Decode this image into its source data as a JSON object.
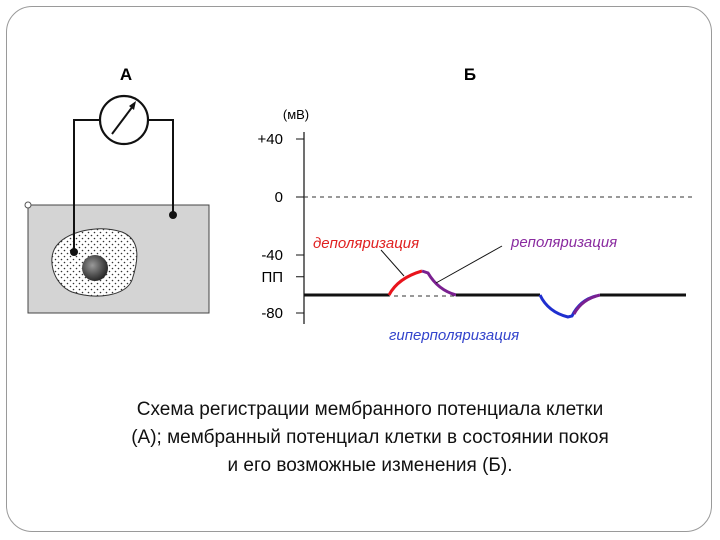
{
  "panel_a": {
    "label": "А"
  },
  "panel_b": {
    "label": "Б"
  },
  "axis": {
    "unit": "(мВ)",
    "ticks": [
      {
        "label": "+40",
        "value": 40
      },
      {
        "label": "0",
        "value": 0
      },
      {
        "label": "-40",
        "value": -40
      },
      {
        "label": "ПП",
        "value": -55
      },
      {
        "label": "-80",
        "value": -80
      }
    ]
  },
  "annotations": {
    "depolarization": "деполяризация",
    "repolarization": "реполяризация",
    "hyperpolarization": "гиперполяризация"
  },
  "colors": {
    "depolarization": "#e8141c",
    "repolarization": "#7a2090",
    "hyperpolarization": "#1f2fcf",
    "hyperpolarization_label": "#3344cc",
    "depolarization_label": "#e02020",
    "repolarization_label": "#8a2ba0",
    "dish": "#d4d4d4"
  },
  "caption": {
    "line1": "Схема регистрации мембранного потенциала клетки",
    "line2": "(А); мембранный потенциал клетки в состоянии покоя",
    "line3": "и его возможные изменения (Б)."
  }
}
